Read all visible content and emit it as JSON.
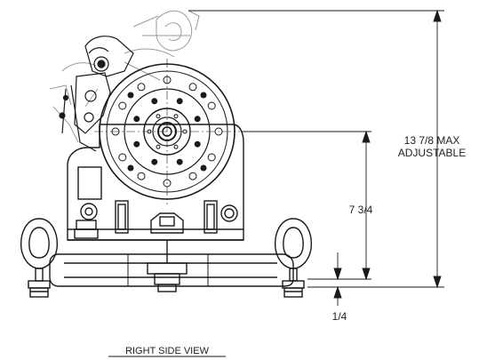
{
  "view_title": "RIGHT SIDE VIEW",
  "dimensions": {
    "overall_height_line1": "13 7/8 MAX",
    "overall_height_line2": "ADJUSTABLE",
    "center_height": "7 3/4",
    "base_offset": "1/4"
  },
  "colors": {
    "line": "#1a1a1a",
    "light_line": "#9a9a9a",
    "background": "#ffffff"
  }
}
